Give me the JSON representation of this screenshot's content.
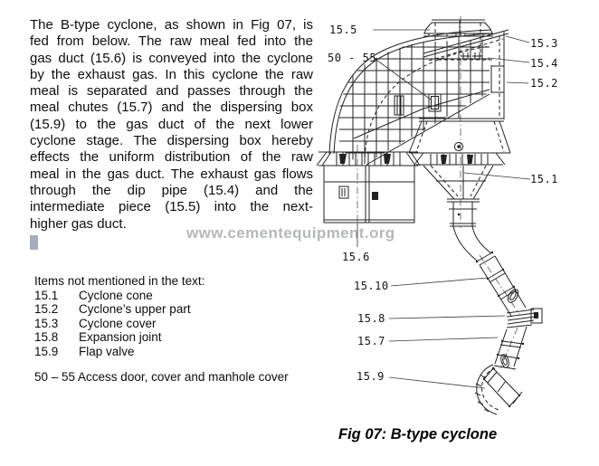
{
  "document": {
    "paragraph_lines": [
      "The B-type cyclone, as shown in Fig 07, is",
      "fed from below. The raw meal fed into the",
      "gas duct (15.6) is conveyed into the cyclone",
      "by the exhaust gas. In this cyclone the raw",
      "meal is separated and passes through the",
      "meal chutes (15.7) and the dispersing box",
      "(15.9) to the gas duct of the next lower",
      "cyclone stage. The dispersing box hereby",
      "effects the uniform distribution of the raw",
      "meal in the gas duct. The exhaust gas flows",
      "through the dip pipe (15.4) and the",
      "intermediate piece (15.5) into the next-",
      "higher gas duct."
    ],
    "items_section": {
      "heading": "Items not mentioned in the text:",
      "items": [
        {
          "number": "15.1",
          "label": "Cyclone cone"
        },
        {
          "number": "15.2",
          "label": "Cyclone’s upper part"
        },
        {
          "number": "15.3",
          "label": "Cyclone cover"
        },
        {
          "number": "15.8",
          "label": "Expansion joint"
        },
        {
          "number": "15.9",
          "label": "Flap valve"
        }
      ],
      "access_note": "50 – 55 Access door, cover and manhole cover"
    },
    "watermark": "www.cementequipment.org"
  },
  "figure": {
    "caption": "Fig 07: B-type cyclone",
    "labels": [
      "15.5",
      "50 - 55",
      "15.3",
      "15.4",
      "15.2",
      "15.1",
      "15.6",
      "15.10",
      "15.8",
      "15.7",
      "15.9"
    ]
  },
  "colors": {
    "ink": "#1c1c1c",
    "watermark_gray": "#b5b8ba",
    "cursor_blue_gray": "#a6adbf",
    "background": "#ffffff"
  }
}
